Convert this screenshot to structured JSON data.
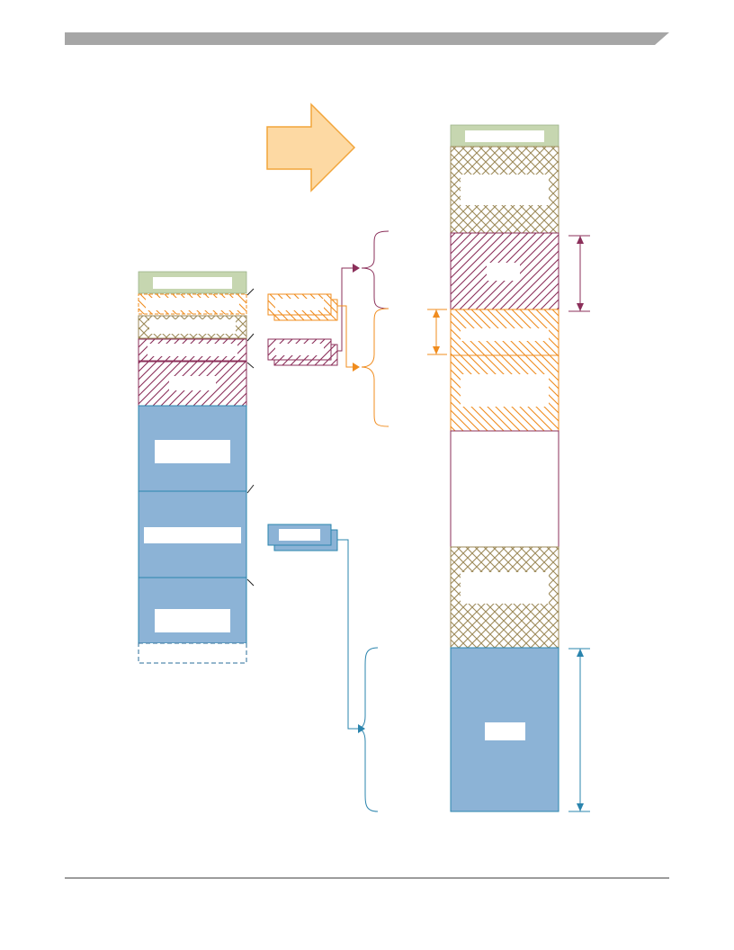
{
  "page": {
    "header_bar": "",
    "footer_rule": ""
  },
  "colors": {
    "header_gray": "#a6a6a6",
    "header_label_green": "#c6d6b0",
    "crosshatch_olive": "#9d8a59",
    "purple_hatch": "#8b2f5a",
    "orange_hatch": "#f08c1e",
    "blue_fill": "#8cb3d6",
    "blue_stroke": "#2a84ad",
    "arrow_fill": "#fdd9a3",
    "arrow_stroke": "#f2a53a",
    "footer_rule": "#3a3a3a"
  },
  "diagram": {
    "left_column": {
      "header_label": "",
      "blocks": [
        {
          "name": "left-header",
          "label": ""
        },
        {
          "name": "left-orange-block",
          "label": ""
        },
        {
          "name": "left-crosshatch-block",
          "label": ""
        },
        {
          "name": "left-purple-block-small",
          "label": ""
        },
        {
          "name": "left-purple-block-large",
          "label": ""
        },
        {
          "name": "left-blue-block-1",
          "label": ""
        },
        {
          "name": "left-blue-block-2",
          "label": ""
        },
        {
          "name": "left-blue-block-3",
          "label": ""
        },
        {
          "name": "left-dashed-block",
          "label": ""
        }
      ]
    },
    "middle_stacks": [
      {
        "name": "orange-stack",
        "label": ""
      },
      {
        "name": "purple-stack",
        "label": ""
      },
      {
        "name": "blue-stack",
        "label": ""
      }
    ],
    "right_column": {
      "header_label": "",
      "blocks": [
        {
          "name": "right-header",
          "label": ""
        },
        {
          "name": "right-crosshatch-block-top",
          "label": ""
        },
        {
          "name": "right-purple-block",
          "label": ""
        },
        {
          "name": "right-orange-block-small",
          "label": ""
        },
        {
          "name": "right-orange-block-large",
          "label": ""
        },
        {
          "name": "right-empty-block",
          "label": ""
        },
        {
          "name": "right-crosshatch-block-bottom",
          "label": ""
        },
        {
          "name": "right-blue-block",
          "label": ""
        }
      ]
    },
    "big_arrow": "transform-arrow"
  }
}
